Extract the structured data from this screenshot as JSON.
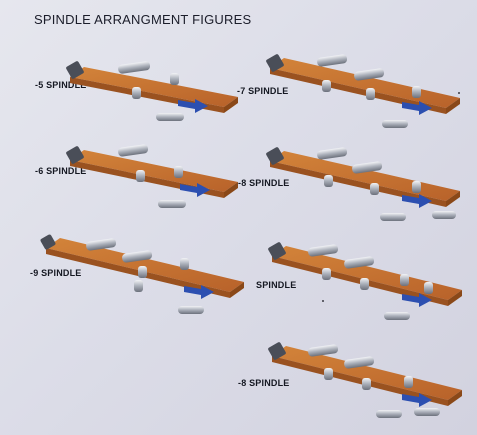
{
  "title": "SPINDLE ARRANGMENT FIGURES",
  "figures": [
    {
      "label": "-5  SPINDLE"
    },
    {
      "label": "-7  SPINDLE"
    },
    {
      "label": "-6  SPINDLE"
    },
    {
      "label": "-8  SPINDLE"
    },
    {
      "label": "-9  SPINDLE"
    },
    {
      "label": "SPINDLE"
    },
    {
      "label": "-8  SPINDLE"
    }
  ],
  "colors": {
    "background": "#dcdde8",
    "board_top": "#c8742e",
    "board_side": "#9a5220",
    "arrow": "#2c4fb0",
    "spindle": "#bfc3cb"
  }
}
